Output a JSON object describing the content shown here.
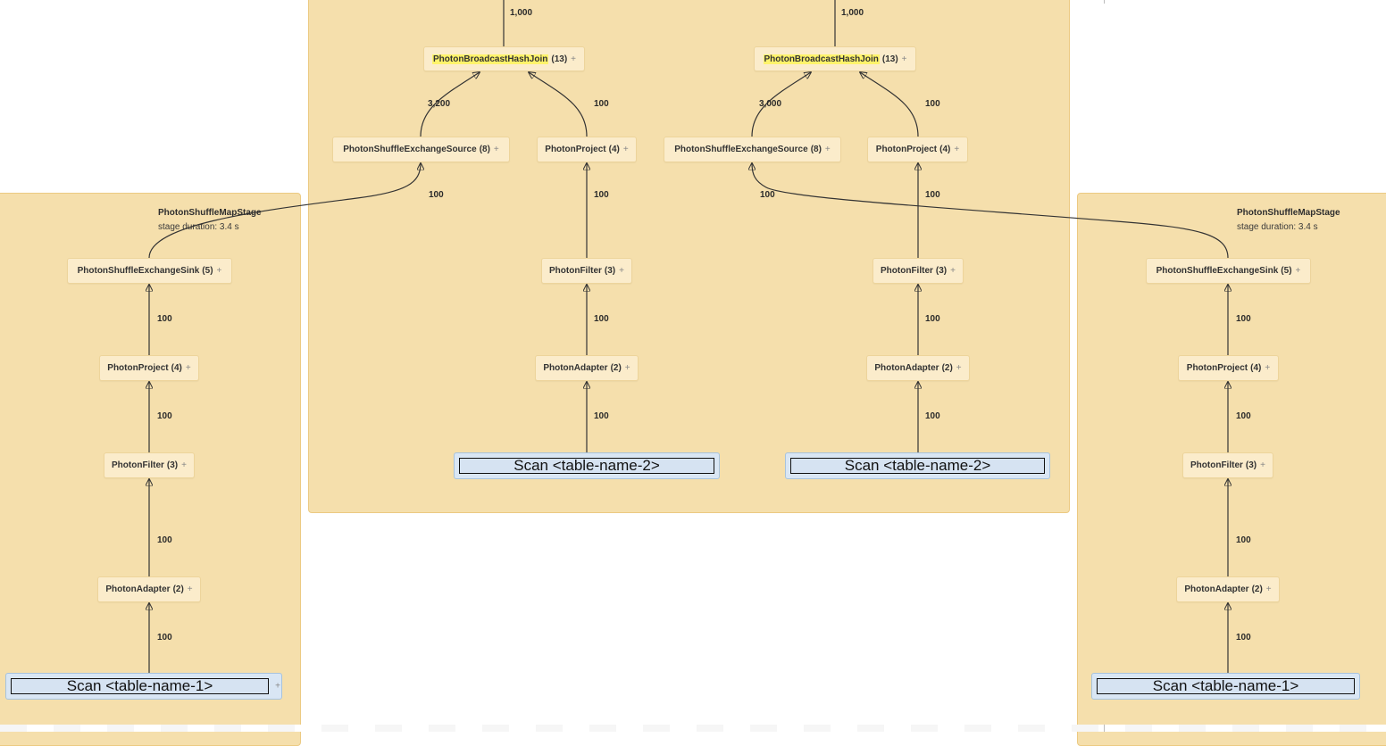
{
  "stages": {
    "left": {
      "title": "PhotonShuffleMapStage",
      "duration": "stage duration: 3.4 s"
    },
    "right": {
      "title": "PhotonShuffleMapStage",
      "duration": "stage duration: 3.4 s"
    }
  },
  "nodes": {
    "c1_join": {
      "name": "PhotonBroadcastHashJoin",
      "count": "(13)"
    },
    "c1_source": {
      "name": "PhotonShuffleExchangeSource",
      "count": "(8)"
    },
    "c1_project": {
      "name": "PhotonProject",
      "count": "(4)"
    },
    "c1_filter": {
      "name": "PhotonFilter",
      "count": "(3)"
    },
    "c1_adapter": {
      "name": "PhotonAdapter",
      "count": "(2)"
    },
    "c2_join": {
      "name": "PhotonBroadcastHashJoin",
      "count": "(13)"
    },
    "c2_source": {
      "name": "PhotonShuffleExchangeSource",
      "count": "(8)"
    },
    "c2_project": {
      "name": "PhotonProject",
      "count": "(4)"
    },
    "c2_filter": {
      "name": "PhotonFilter",
      "count": "(3)"
    },
    "c2_adapter": {
      "name": "PhotonAdapter",
      "count": "(2)"
    },
    "l_sink": {
      "name": "PhotonShuffleExchangeSink",
      "count": "(5)"
    },
    "l_project": {
      "name": "PhotonProject",
      "count": "(4)"
    },
    "l_filter": {
      "name": "PhotonFilter",
      "count": "(3)"
    },
    "l_adapter": {
      "name": "PhotonAdapter",
      "count": "(2)"
    },
    "r_sink": {
      "name": "PhotonShuffleExchangeSink",
      "count": "(5)"
    },
    "r_project": {
      "name": "PhotonProject",
      "count": "(4)"
    },
    "r_filter": {
      "name": "PhotonFilter",
      "count": "(3)"
    },
    "r_adapter": {
      "name": "PhotonAdapter",
      "count": "(2)"
    }
  },
  "plus": "+",
  "scans": {
    "c1": "Scan <table-name-2>",
    "c2": "Scan <table-name-2>",
    "l": "Scan <table-name-1>",
    "r": "Scan <table-name-1>"
  },
  "edge_labels": {
    "c1_top": "1,000",
    "c2_top": "1,000",
    "c1_source_join": "3,200",
    "c1_project_join": "100",
    "c2_source_join": "3,000",
    "c2_project_join": "100",
    "c1_sink_source": "100",
    "c1_filter_project": "100",
    "c1_adapter_filter": "100",
    "c1_scan_adapter": "100",
    "c2_sink_source": "100",
    "c2_filter_project": "100",
    "c2_adapter_filter": "100",
    "c2_scan_adapter": "100",
    "l_project_sink": "100",
    "l_filter_project": "100",
    "l_adapter_filter": "100",
    "l_scan_adapter": "100",
    "r_project_sink": "100",
    "r_filter_project": "100",
    "r_adapter_filter": "100",
    "r_scan_adapter": "100"
  }
}
